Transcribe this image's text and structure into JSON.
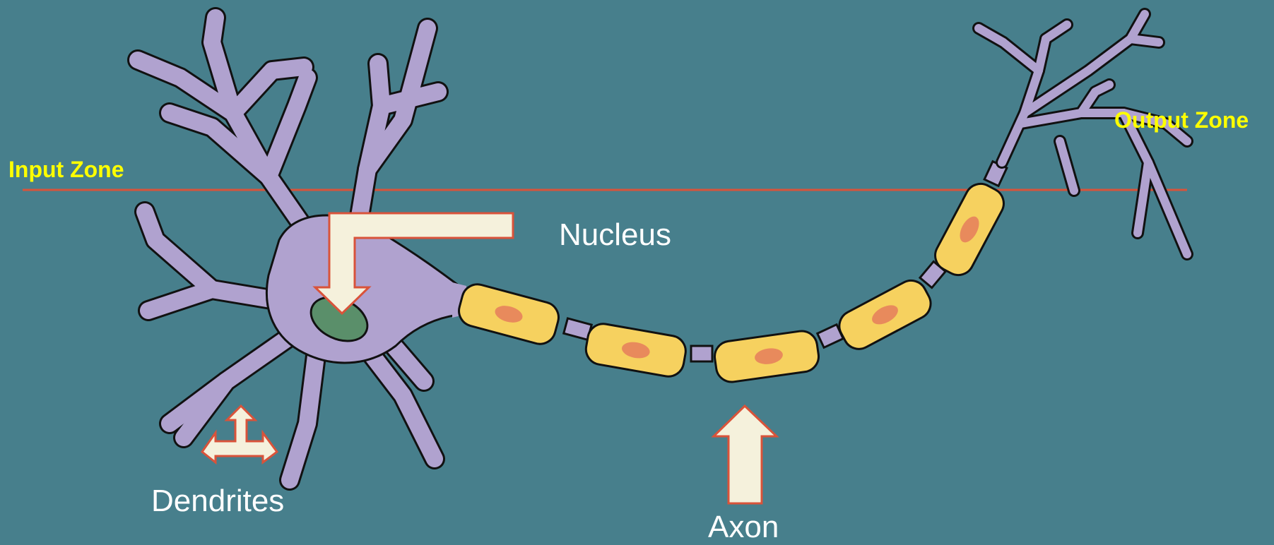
{
  "labels": {
    "input_zone": "Input Zone",
    "output_zone": "Output Zone",
    "nucleus": "Nucleus",
    "dendrites": "Dendrites",
    "axon": "Axon"
  },
  "colors": {
    "background": "#477f8c",
    "zone_line": "#d9533a",
    "zone_text": "#ffff00",
    "part_text": "#ffffff",
    "cell_body": "#b0a2cf",
    "nucleus": "#5a8f6a",
    "myelin": "#f6d15f",
    "schwann_nucleus": "#e88a5c",
    "arrow_fill": "#f5f1dc",
    "arrow_stroke": "#d9533a",
    "outline": "#111111"
  },
  "icons": [
    "neuron-illustration",
    "nucleus-arrow-icon",
    "dendrites-arrow-icon",
    "axon-arrow-icon"
  ]
}
